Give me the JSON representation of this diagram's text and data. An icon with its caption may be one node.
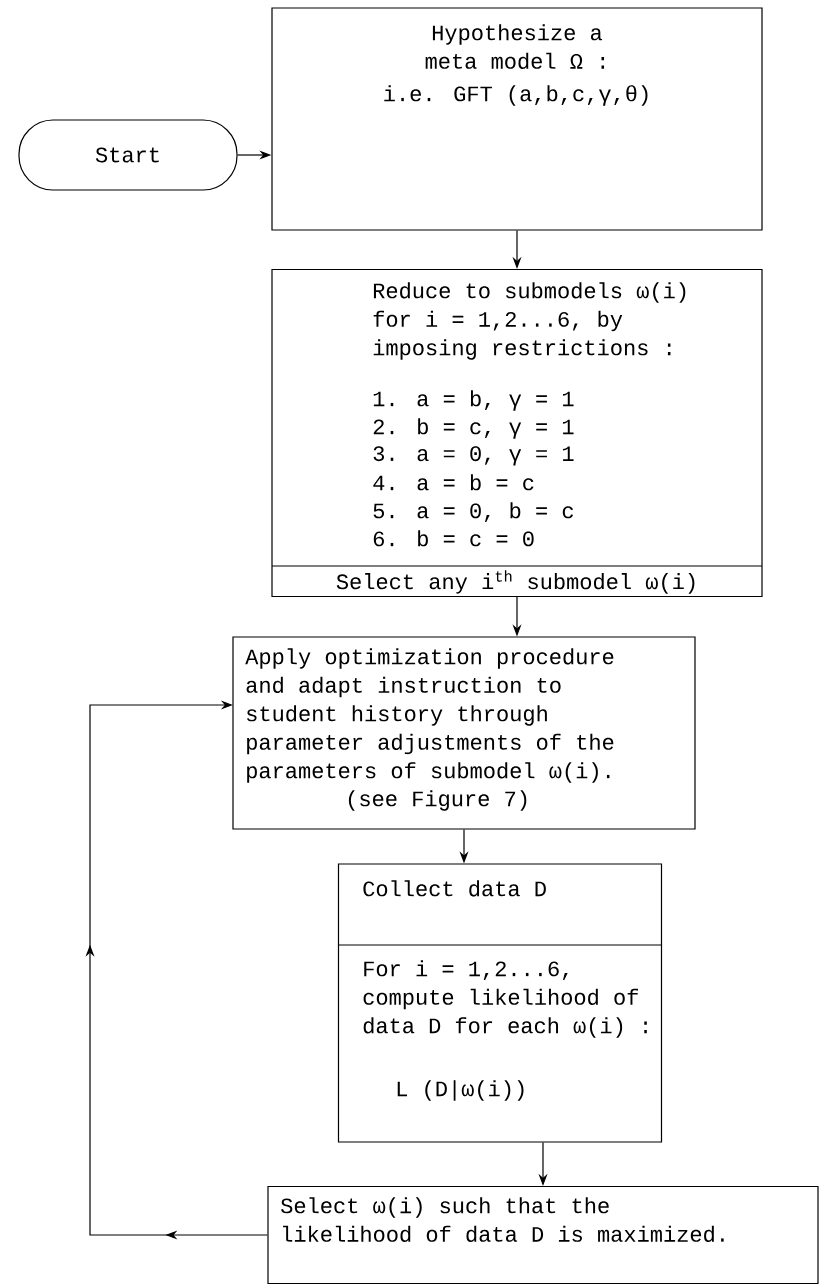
{
  "diagram": {
    "nodes": [
      {
        "text": [
          "Start"
        ]
      },
      {
        "text": [
          "Hypothesize a meta model Ω :",
          "i.e. GFT (a,b,c,γ,θ)"
        ]
      },
      {
        "text": [
          "Reduce to submodels ω(i) for i = 1,2...6, by imposing restrictions :",
          "1.  a = b,  γ = 1",
          "2.  b = c,  γ = 1",
          "3.  a = 0,  γ = 1",
          "4.  a = b = c",
          "5.  a = 0,  b = c",
          "6.  b = c = 0",
          "Select any i$^{th}$ submodel ω(i)"
        ]
      },
      {
        "text": [
          "Apply optimization procedure and adapt instruction to student history through parameter adjustments of the parameters of submodel ω(i).",
          "(see Figure 7)"
        ]
      },
      {
        "text": [
          "Collect data D",
          "For i = 1,2...6, compute likelihood of data D for each ω(i) :",
          "L (D|ω(i))"
        ]
      },
      {
        "text": [
          "Select ω(i) such that the likelihood of data D is maximized."
        ]
      }
    ],
    "edges": [
      {
        "from": 0,
        "to": 1,
        "arrow": "to"
      },
      {
        "from": 1,
        "to": 2,
        "arrow": "to"
      },
      {
        "from": 2,
        "to": 3,
        "arrow": "to"
      },
      {
        "from": 3,
        "to": 4,
        "arrow": "to"
      },
      {
        "from": 4,
        "to": 5,
        "arrow": "to"
      },
      {
        "from": 5,
        "to": 3,
        "arrow": "to"
      }
    ]
  }
}
